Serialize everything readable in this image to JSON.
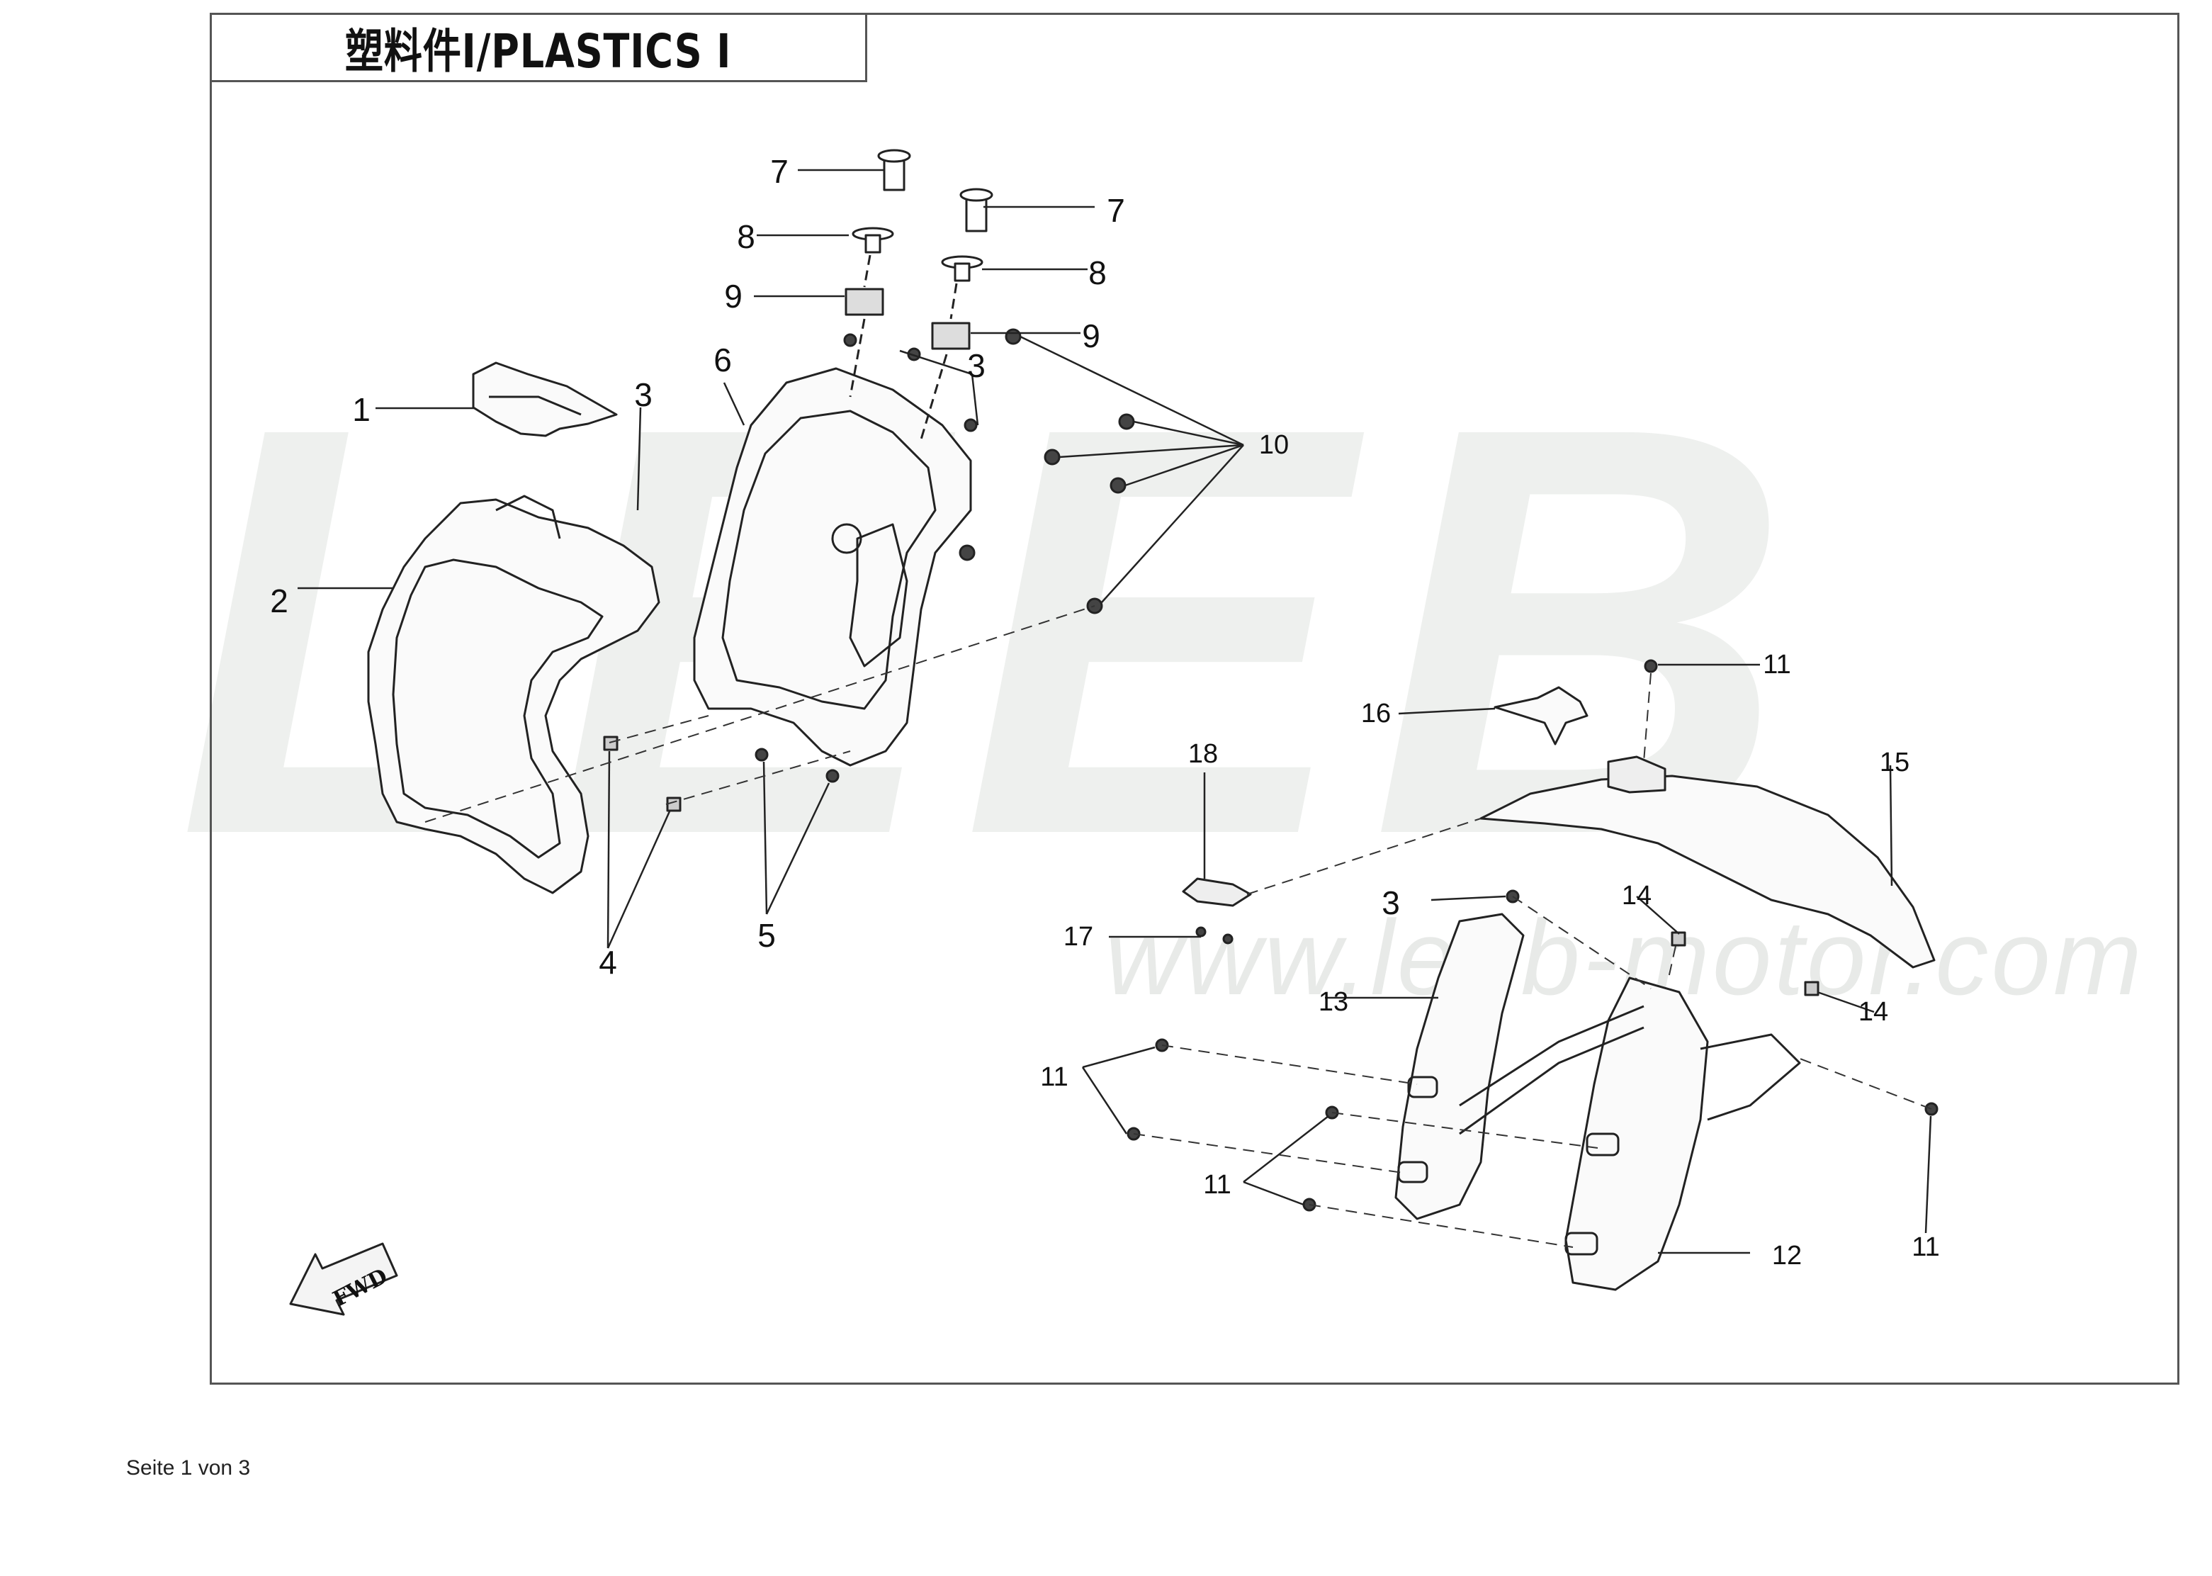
{
  "title": "塑料件Ⅰ/PLASTICS Ⅰ",
  "watermark": {
    "brand": "LEEB",
    "url": "www.leeb-motor.com"
  },
  "fwd_label": "FWD",
  "callouts": {
    "c1": "1",
    "c2": "2",
    "c3a": "3",
    "c3b": "3",
    "c3c": "3",
    "c4": "4",
    "c5": "5",
    "c6": "6",
    "c7a": "7",
    "c7b": "7",
    "c8a": "8",
    "c8b": "8",
    "c9a": "9",
    "c9b": "9",
    "c10": "10",
    "c11a": "11",
    "c11b": "11",
    "c11c": "11",
    "c11d": "11",
    "c12": "12",
    "c13": "13",
    "c14a": "14",
    "c14b": "14",
    "c15": "15",
    "c16": "16",
    "c17": "17",
    "c18": "18"
  },
  "footer": "Seite 1 von 3"
}
